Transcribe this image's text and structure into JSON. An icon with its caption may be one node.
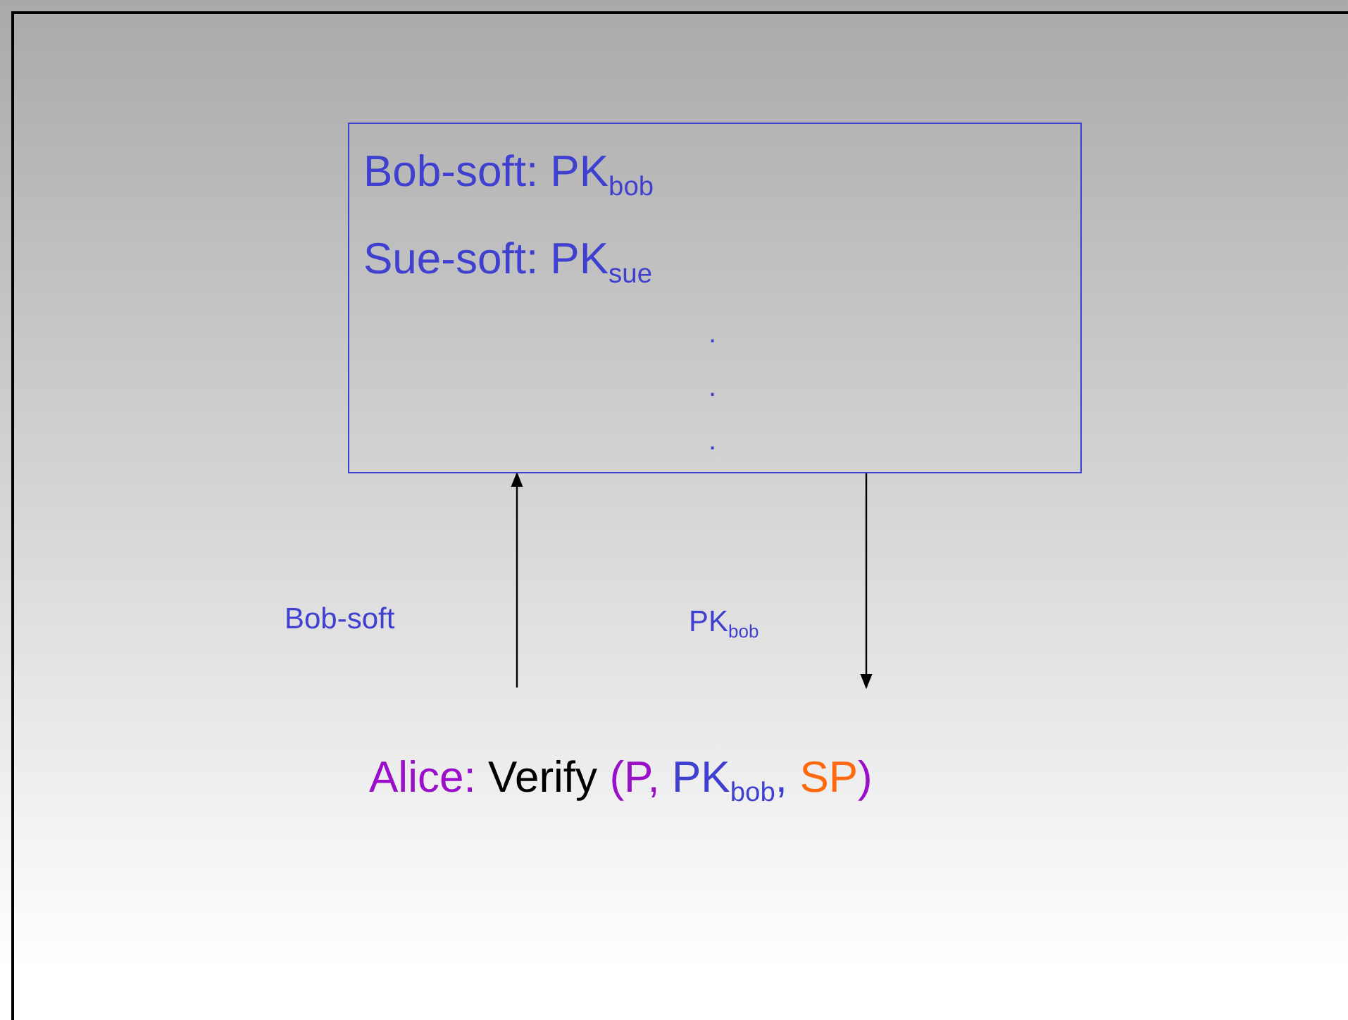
{
  "diagram": {
    "nodes": [
      {
        "text": [
          "Bob-soft: PK$_{bob}$",
          "Sue-soft: PK$_{sue}$",
          ". . ."
        ]
      },
      {
        "text": [
          "Alice:",
          "Verify",
          "(P,",
          "PK$_{bob}$,",
          "SP",
          ")"
        ]
      }
    ],
    "edges": [
      {
        "from": 1,
        "to": 0,
        "arrow": "to",
        "label": "Bob-soft"
      },
      {
        "from": 0,
        "to": 1,
        "arrow": "to",
        "label": "PK$_{bob}$"
      }
    ]
  }
}
